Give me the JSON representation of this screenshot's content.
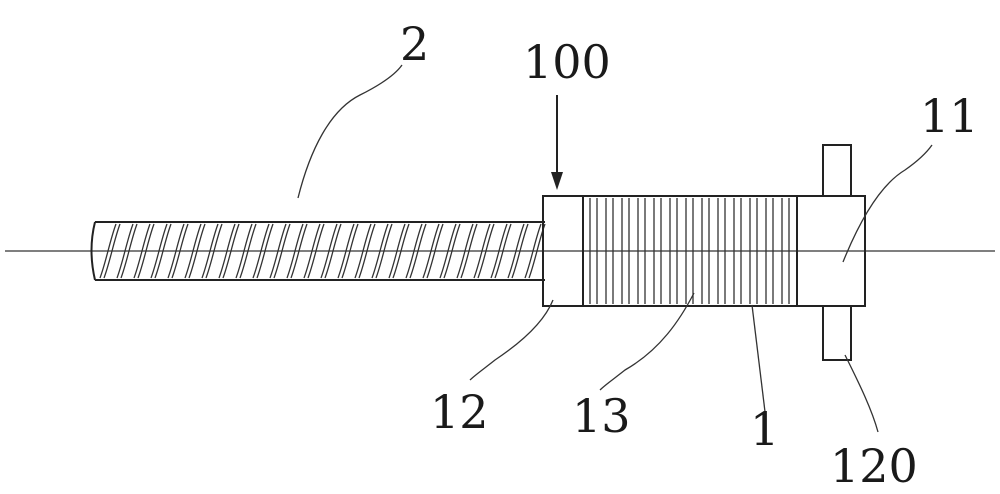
{
  "labels": {
    "rebar": "2",
    "assembly": "100",
    "end_part": "11",
    "left_part": "12",
    "grooves": "13",
    "sleeve": "1",
    "flange": "120"
  }
}
